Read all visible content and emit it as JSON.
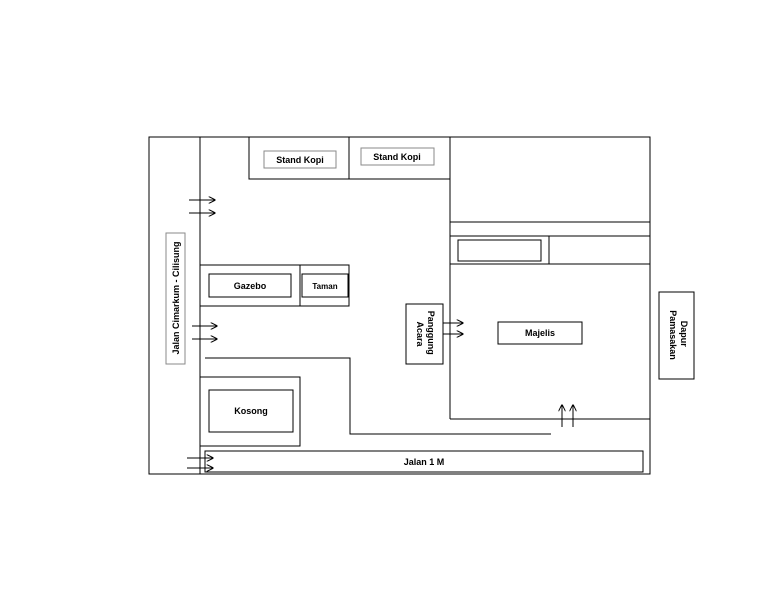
{
  "labels": {
    "road_left": "Jalan Cimarkum - Cilisung",
    "stand_kopi_1": "Stand Kopi",
    "stand_kopi_2": "Stand Kopi",
    "gazebo": "Gazebo",
    "taman": "Taman",
    "panggung_acara": "Panggung Acara",
    "majelis": "Majelis",
    "kosong": "Kosong",
    "dapur_pamasakan": "Dapur Pamasakan",
    "jalan_1m": "Jalan 1 M"
  }
}
